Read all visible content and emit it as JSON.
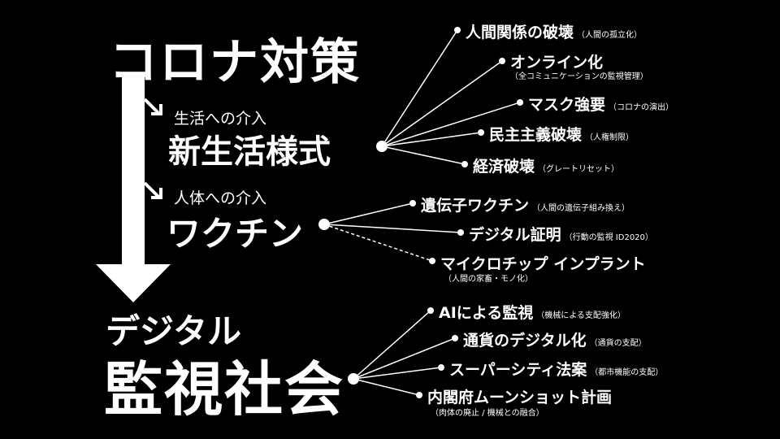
{
  "title": "コロナ対策",
  "sub1": "生活への介入",
  "branch1": "新生活様式",
  "sub2": "人体への介入",
  "branch2": "ワクチン",
  "result_line1": "デジタル",
  "result_line2": "監視社会",
  "branch1_items": [
    {
      "label": "人間関係の破壊",
      "note": "（人間の孤立化）"
    },
    {
      "label": "オンライン化",
      "note": "（全コミュニケーションの監視管理）"
    },
    {
      "label": "マスク強要",
      "note": "（コロナの演出）"
    },
    {
      "label": "民主主義破壊",
      "note": "（人権制限）"
    },
    {
      "label": "経済破壊",
      "note": "（グレートリセット）"
    }
  ],
  "branch2_items": [
    {
      "label": "遺伝子ワクチン",
      "note": "（人間の遺伝子組み換え）"
    },
    {
      "label": "デジタル証明",
      "note": "（行動の監視 ID2020）"
    },
    {
      "label": "マイクロチップ インプラント",
      "note": "（人間の家畜・モノ化）"
    }
  ],
  "result_items": [
    {
      "label": "AIによる監視",
      "note": "（機械による支配強化）"
    },
    {
      "label": "通貨のデジタル化",
      "note": "（通貨の支配）"
    },
    {
      "label": "スーパーシティ法案",
      "note": "（都市機能の支配）"
    },
    {
      "label": "内閣府ムーンショット計画",
      "note": "（肉体の廃止 / 機械との融合）"
    }
  ]
}
